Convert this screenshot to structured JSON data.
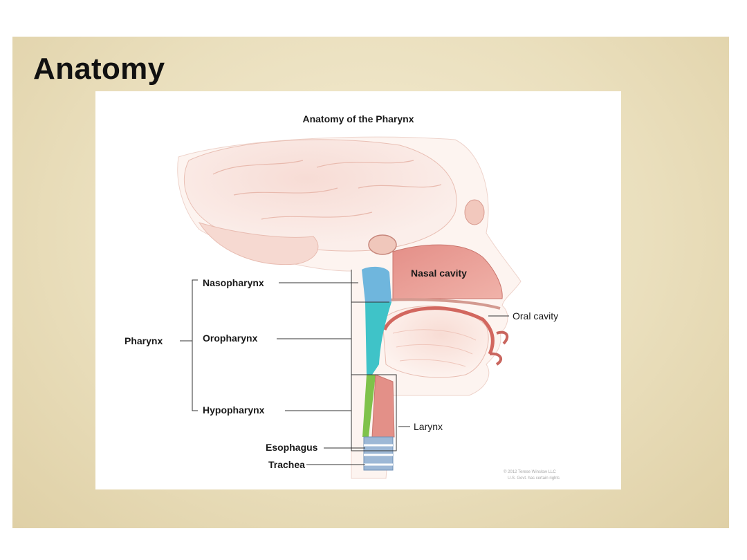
{
  "slide": {
    "title": "Anatomy"
  },
  "figure": {
    "title": "Anatomy of the Pharynx",
    "labels": {
      "pharynx": "Pharynx",
      "nasopharynx": "Nasopharynx",
      "oropharynx": "Oropharynx",
      "hypopharynx": "Hypopharynx",
      "esophagus": "Esophagus",
      "trachea": "Trachea",
      "nasal_cavity": "Nasal cavity",
      "oral_cavity": "Oral cavity",
      "larynx": "Larynx"
    },
    "copyright": {
      "line1": "© 2012 Terese Winslow LLC",
      "line2": "U.S. Govt. has certain rights"
    }
  },
  "colors": {
    "background": "#eadfbd",
    "nasopharynx": "#6fb6dd",
    "oropharynx": "#3fc3c8",
    "hypopharynx": "#7fc24a",
    "tissue": "#e8a09a"
  }
}
